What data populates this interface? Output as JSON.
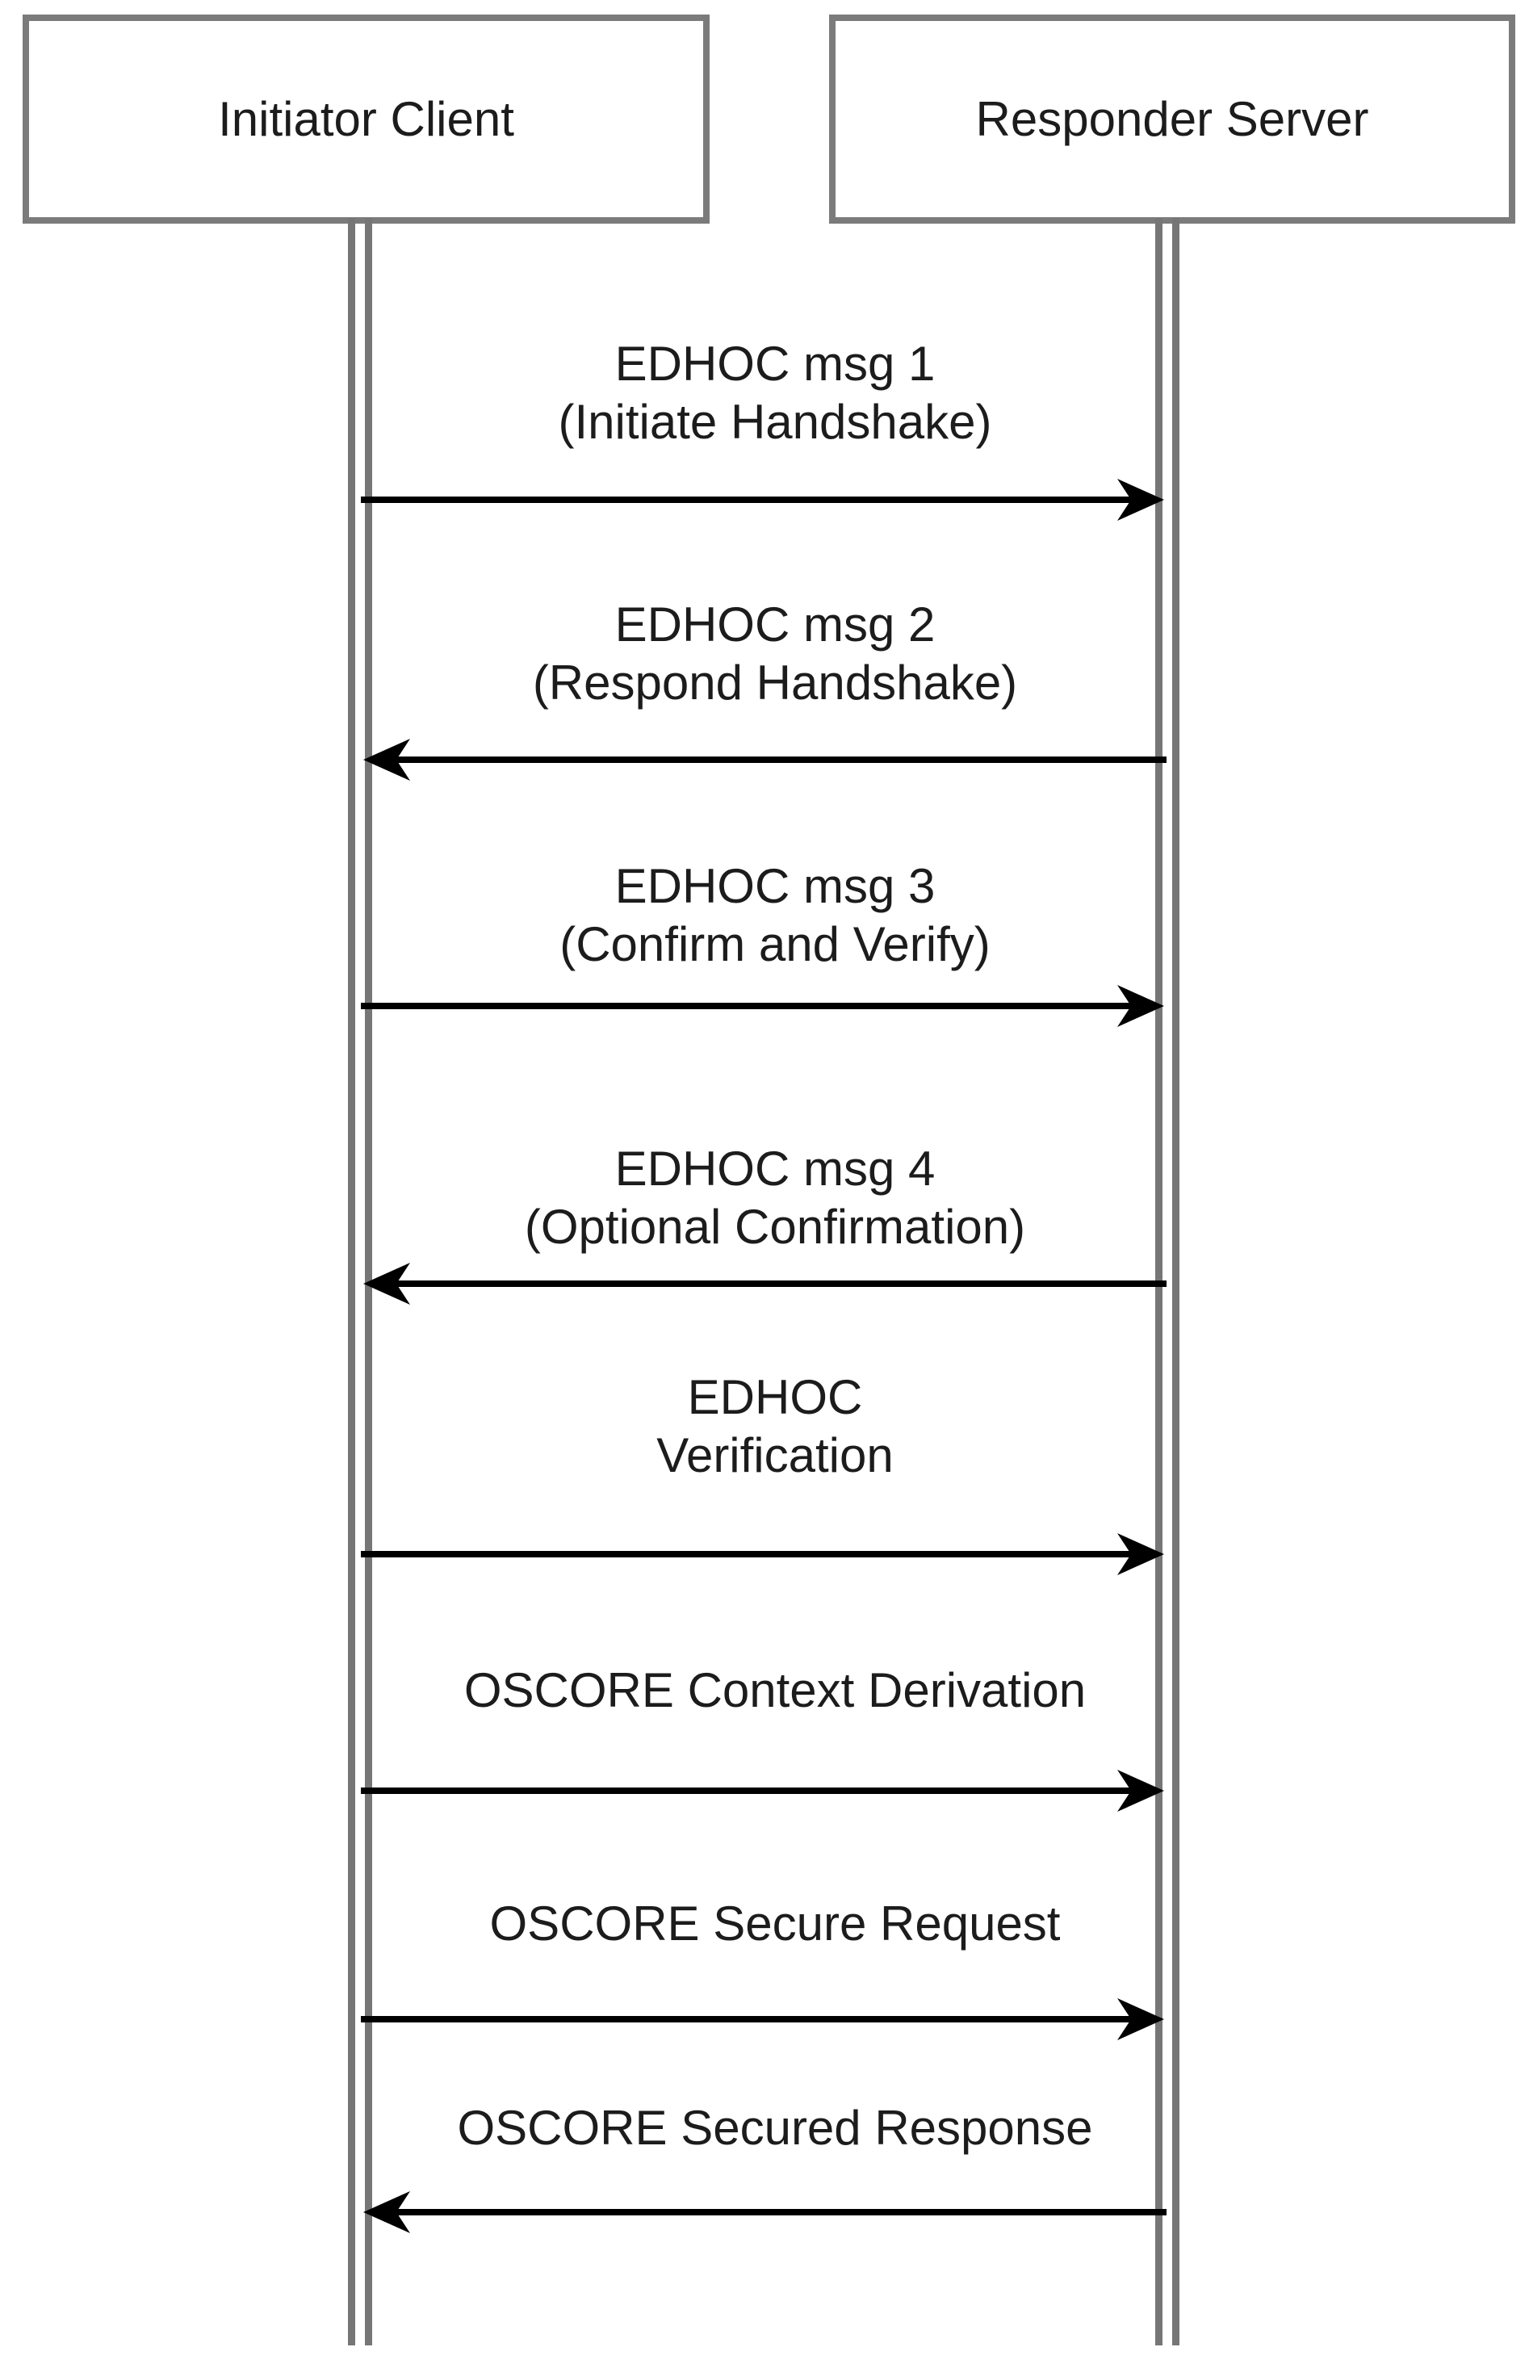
{
  "diagram": {
    "type": "sequence",
    "actors": [
      {
        "id": "initiator",
        "label": "Initiator Client"
      },
      {
        "id": "responder",
        "label": "Responder Server"
      }
    ],
    "messages": [
      {
        "from": "Initiator Client",
        "to": "Responder Server",
        "direction": "right",
        "line1": "EDHOC msg 1",
        "line2": "(Initiate Handshake)"
      },
      {
        "from": "Responder Server",
        "to": "Initiator Client",
        "direction": "left",
        "line1": "EDHOC msg 2",
        "line2": "(Respond Handshake)"
      },
      {
        "from": "Initiator Client",
        "to": "Responder Server",
        "direction": "right",
        "line1": "EDHOC msg 3",
        "line2": "(Confirm and Verify)"
      },
      {
        "from": "Responder Server",
        "to": "Initiator Client",
        "direction": "left",
        "line1": "EDHOC msg 4",
        "line2": "(Optional Confirmation)"
      },
      {
        "from": "Initiator Client",
        "to": "Responder Server",
        "direction": "right",
        "line1": "EDHOC",
        "line2": "Verification"
      },
      {
        "from": "Initiator Client",
        "to": "Responder Server",
        "direction": "right",
        "line1": "OSCORE Context Derivation",
        "line2": ""
      },
      {
        "from": "Initiator Client",
        "to": "Responder Server",
        "direction": "right",
        "line1": "OSCORE Secure Request",
        "line2": ""
      },
      {
        "from": "Responder Server",
        "to": "Initiator Client",
        "direction": "left",
        "line1": "OSCORE Secured Response",
        "line2": ""
      }
    ],
    "colors": {
      "background": "#ffffff",
      "box_border": "#7b7b7b",
      "lifeline": "#767676",
      "arrow": "#000000",
      "text": "#1c1c1c"
    }
  }
}
